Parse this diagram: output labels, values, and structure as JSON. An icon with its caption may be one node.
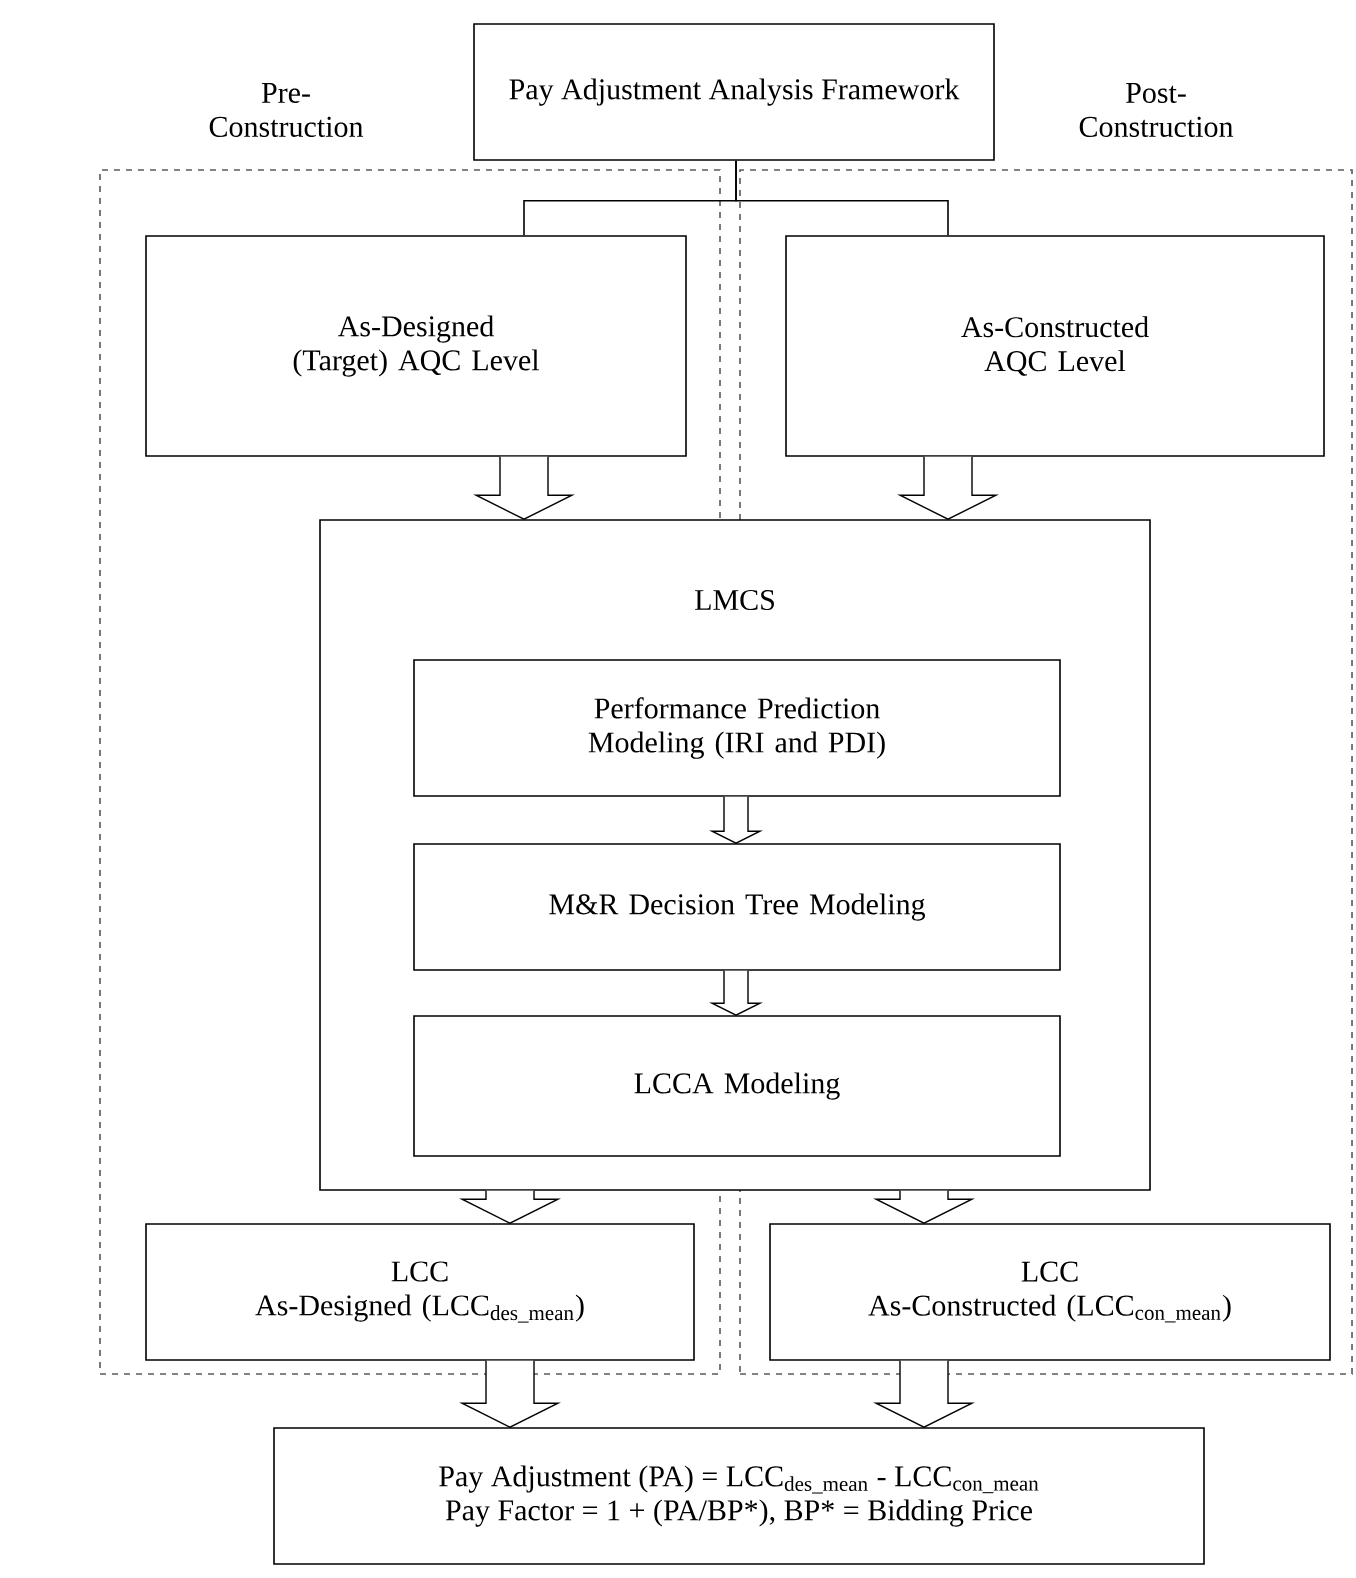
{
  "diagram": {
    "nodes": [
      {
        "text": [
          "Pre- Construction"
        ]
      },
      {
        "text": [
          "Post- Construction"
        ]
      },
      {
        "text": [
          "Pay Adjustment Analysis Framework"
        ]
      },
      {
        "text": [
          "As-Designed (Target) AQC Level"
        ],
        "in": 0
      },
      {
        "text": [
          "As-Constructed AQC Level"
        ],
        "in": 1
      },
      {
        "text": [
          "LMCS"
        ]
      },
      {
        "text": [
          "Performance Prediction Modeling (IRI and PDI)"
        ],
        "in": 5
      },
      {
        "text": [
          "M&R Decision Tree Modeling"
        ],
        "in": 5
      },
      {
        "text": [
          "LCCA Modeling"
        ],
        "in": 5
      },
      {
        "text": [
          "LCC",
          "As-Designed (LCC$_{des_mean}$)"
        ],
        "in": 0
      },
      {
        "text": [
          "LCC",
          "As-Constructed (LCC$_{con_mean}$)"
        ],
        "in": 1
      },
      {
        "text": [
          "Pay Adjustment (PA) = LCC$_{des_mean}$ - LCC$_{con_mean}$",
          "Pay Factor = 1 + (PA/BP*), BP* = Bidding Price"
        ]
      }
    ],
    "edges": [
      {
        "from": 2,
        "to": 3,
        "arrow": "none"
      },
      {
        "from": 2,
        "to": 4,
        "arrow": "none"
      },
      {
        "from": 3,
        "to": 5,
        "arrow": "to"
      },
      {
        "from": 4,
        "to": 5,
        "arrow": "to"
      },
      {
        "from": 6,
        "to": 7,
        "arrow": "to"
      },
      {
        "from": 7,
        "to": 8,
        "arrow": "to"
      },
      {
        "from": 5,
        "to": 9,
        "arrow": "to"
      },
      {
        "from": 5,
        "to": 10,
        "arrow": "to"
      },
      {
        "from": 9,
        "to": 11,
        "arrow": "to"
      },
      {
        "from": 10,
        "to": 11,
        "arrow": "to"
      }
    ]
  }
}
